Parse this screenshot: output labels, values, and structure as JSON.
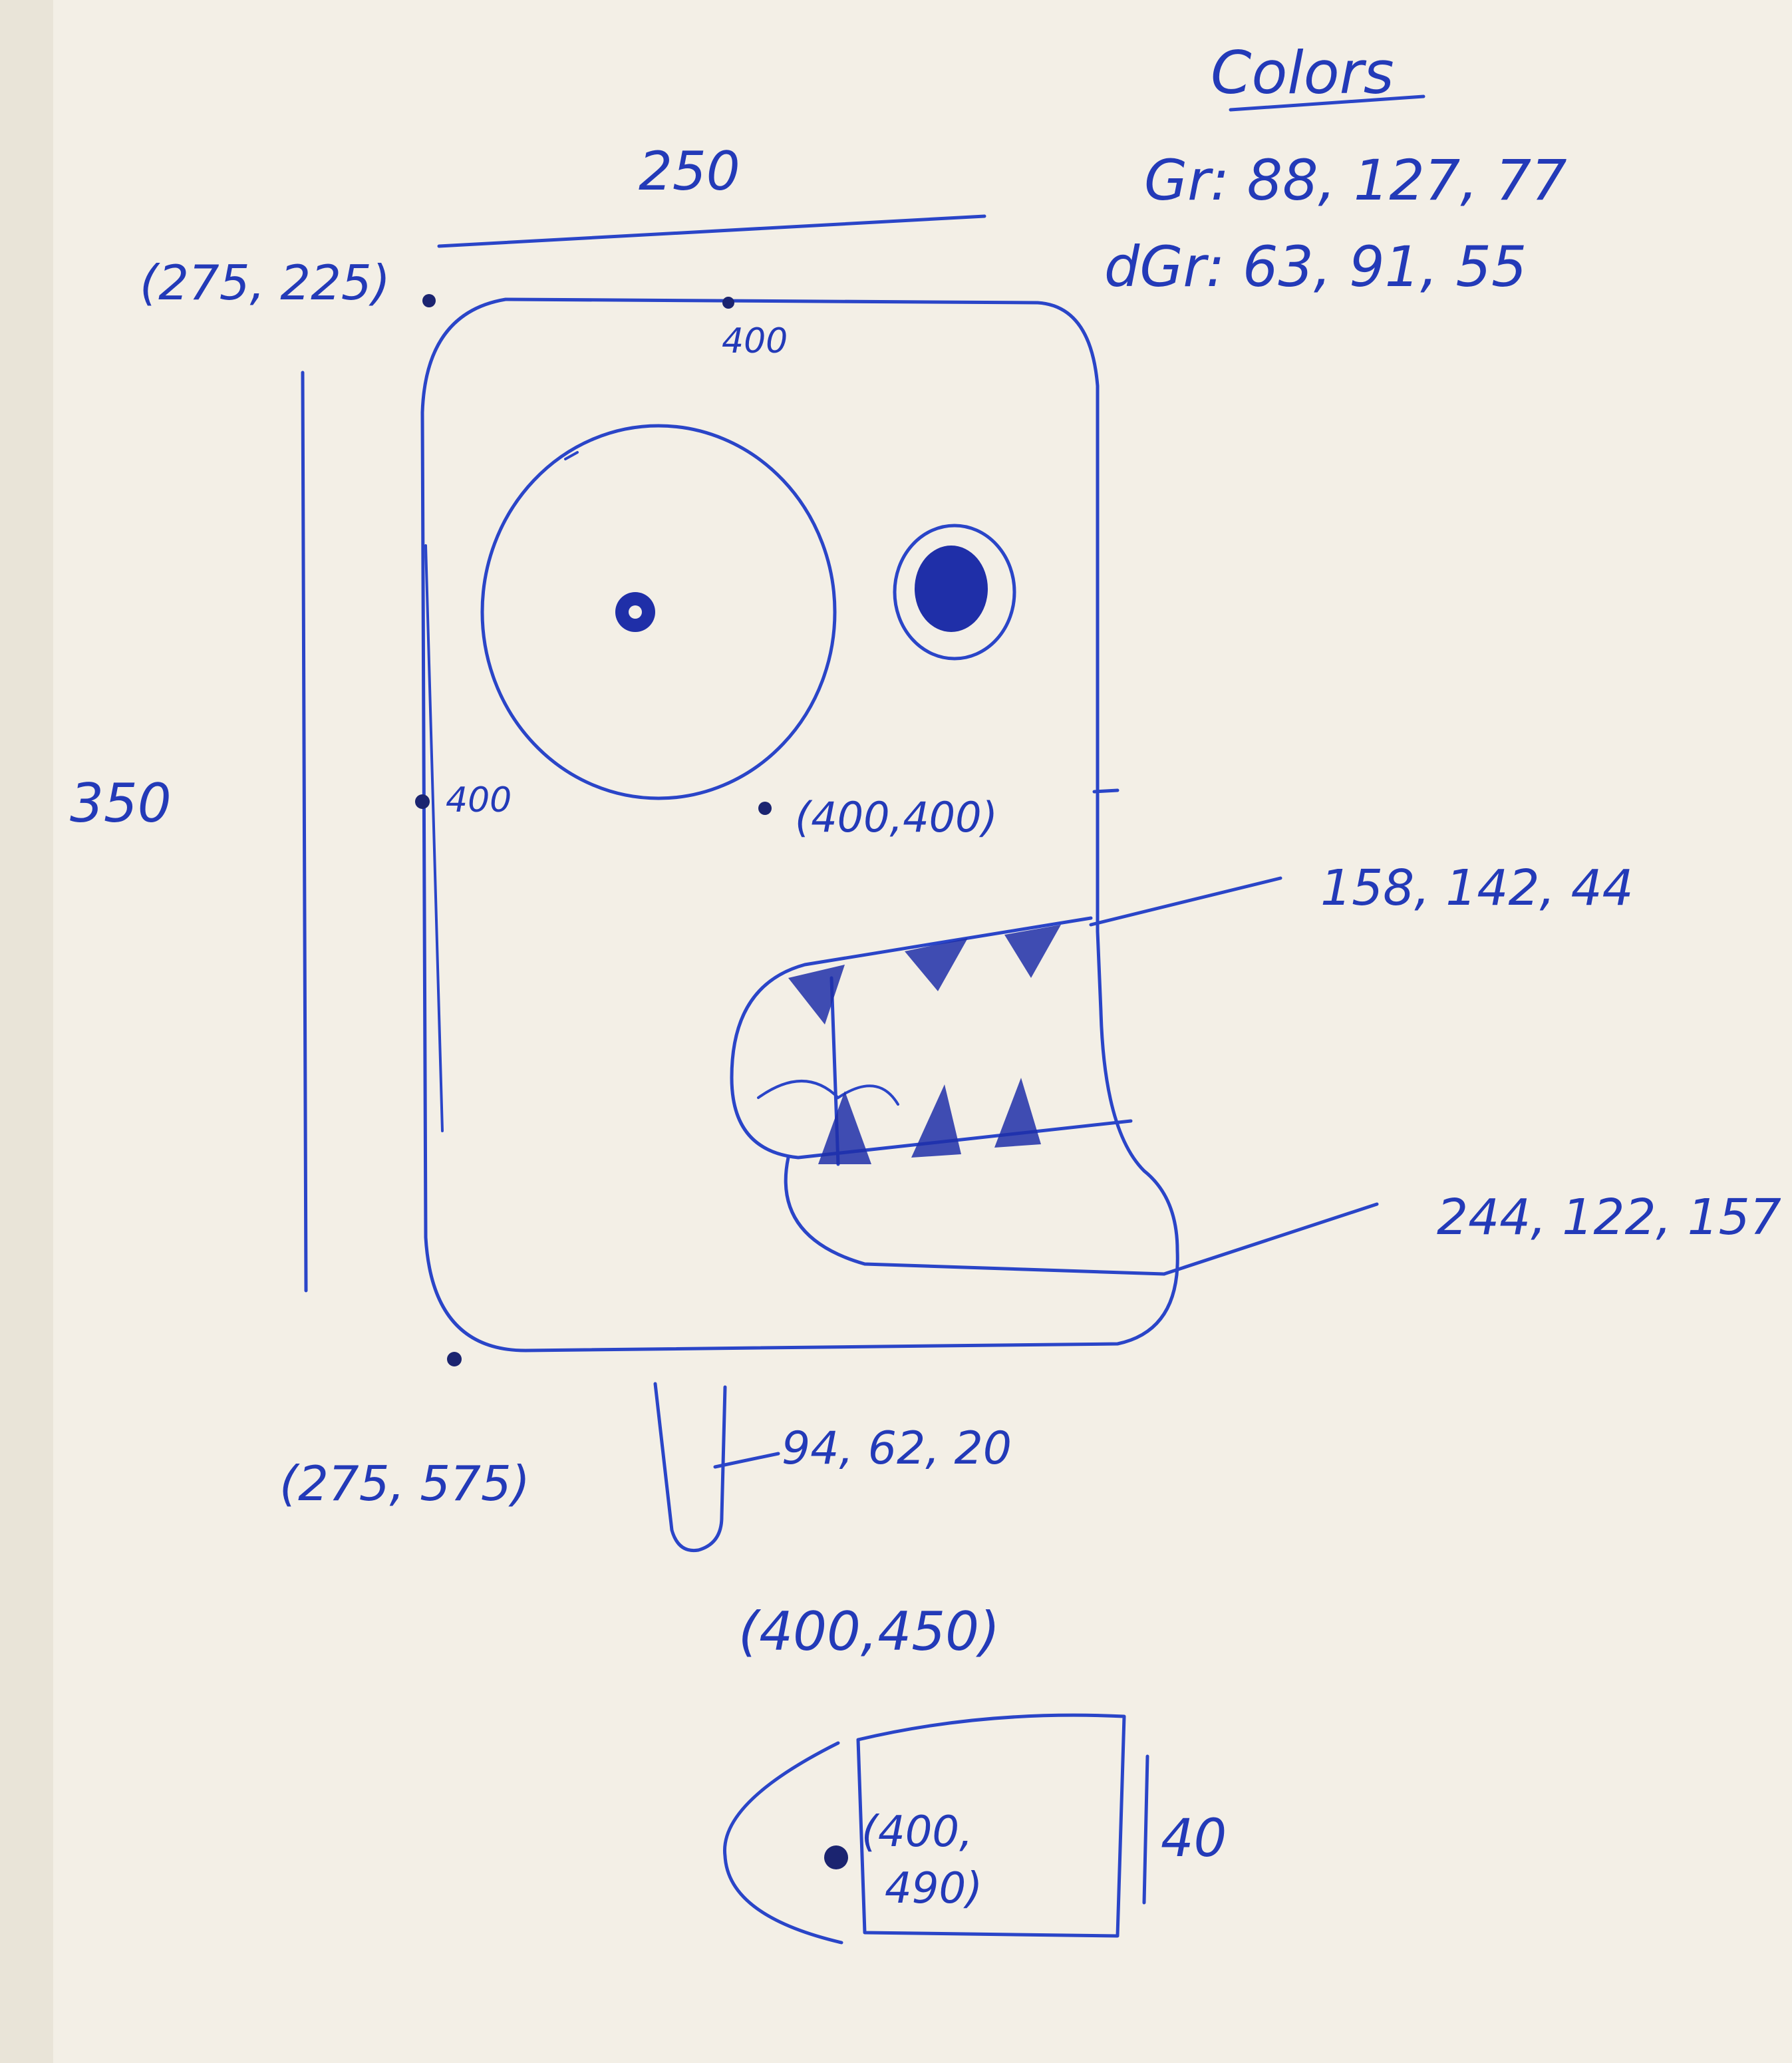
{
  "colors_heading": "Colors",
  "color_green": "Gr: 88, 127, 77",
  "color_dark_green": "dGr: 63, 91, 55",
  "width_dim": "250",
  "height_dim": "350",
  "top_left_coord": "(275, 225)",
  "top_mid_tick": "400",
  "left_mid_tick": "400",
  "center_coord": "(400,400)",
  "teeth_color": "158, 142, 44",
  "tongue_color": "244, 122, 157",
  "bottom_left_coord": "(275, 575)",
  "stick_color": "94, 62, 20",
  "detail_title_coord": "(400,450)",
  "detail_point_line1": "(400,",
  "detail_point_line2": "490)",
  "detail_height_dim": "40",
  "ink_color": "#2a45c8",
  "paper_color": "#f3efe6"
}
